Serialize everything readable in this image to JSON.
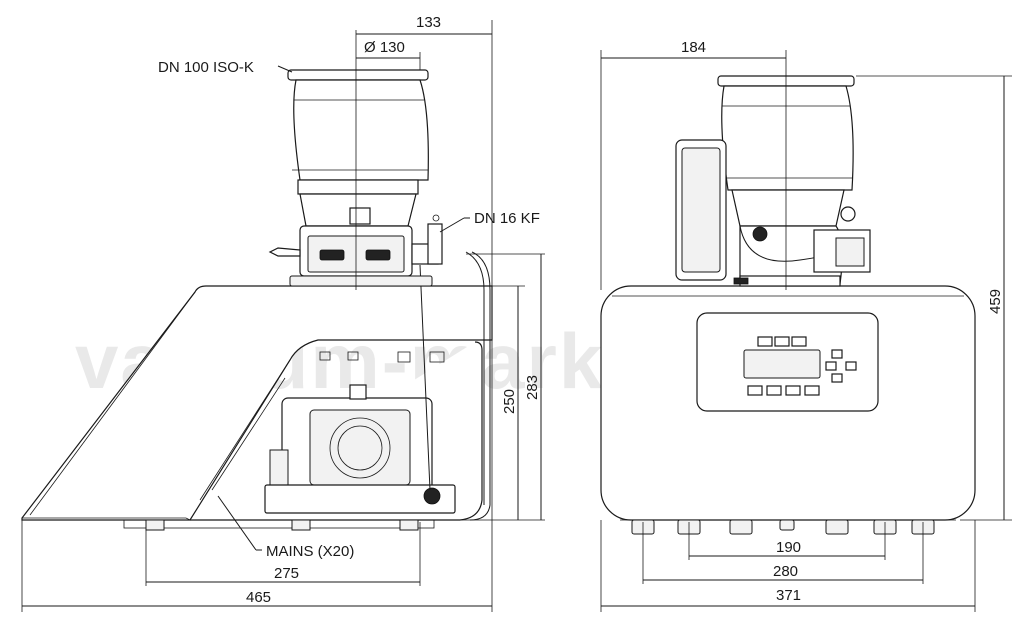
{
  "watermark": "vacuum-market.ru",
  "left_view": {
    "dimensions": {
      "top_width": "133",
      "flange_diameter": "Ø 130",
      "height_250": "250",
      "height_283": "283",
      "base_275": "275",
      "overall_465": "465"
    },
    "labels": {
      "flange": "DN 100 ISO-K",
      "port": "DN 16 KF",
      "mains": "MAINS (X20)"
    }
  },
  "right_view": {
    "dimensions": {
      "top_width": "184",
      "height_459": "459",
      "base_190": "190",
      "base_280": "280",
      "overall_371": "371"
    }
  }
}
